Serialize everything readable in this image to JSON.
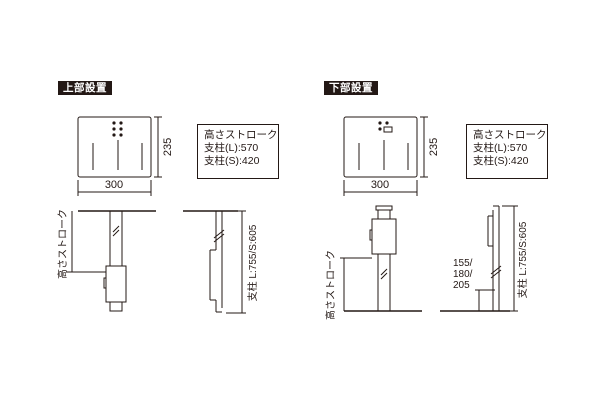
{
  "sections": {
    "top_mount": {
      "tag": "上部設置",
      "dim_width": "300",
      "dim_height": "235",
      "info": {
        "title": "高さストローク",
        "line_l": "支柱(L):570",
        "line_s": "支柱(S):420"
      },
      "stroke_label": "高さストローク",
      "pillar_label": "支柱 L:755/S:605"
    },
    "bottom_mount": {
      "tag": "下部設置",
      "dim_width": "300",
      "dim_height": "235",
      "info": {
        "title": "高さストローク",
        "line_l": "支柱(L):570",
        "line_s": "支柱(S):420"
      },
      "stroke_label": "高さストローク",
      "pillar_label": "支柱 L:755/S:605",
      "floor_heights": [
        "155/",
        "180/",
        "205"
      ]
    }
  },
  "colors": {
    "line": "#231815",
    "fill": "#ffffff",
    "tag_bg": "#231815",
    "tag_text": "#ffffff"
  }
}
